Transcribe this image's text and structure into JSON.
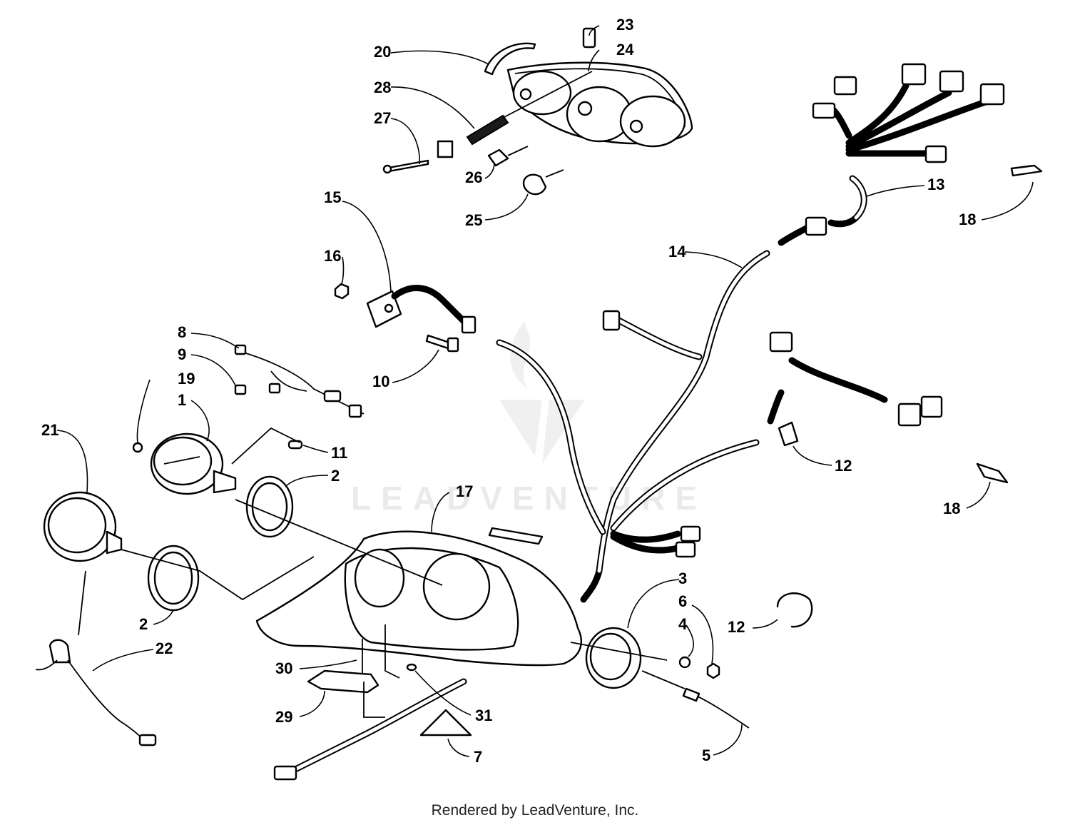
{
  "diagram": {
    "callouts": {
      "c1": "1",
      "c2a": "2",
      "c2b": "2",
      "c3": "3",
      "c4": "4",
      "c5": "5",
      "c6": "6",
      "c7": "7",
      "c8": "8",
      "c9": "9",
      "c10": "10",
      "c11": "11",
      "c12a": "12",
      "c12b": "12",
      "c13": "13",
      "c14": "14",
      "c15": "15",
      "c16": "16",
      "c17": "17",
      "c18a": "18",
      "c18b": "18",
      "c19": "19",
      "c20": "20",
      "c21": "21",
      "c22": "22",
      "c23": "23",
      "c24": "24",
      "c25": "25",
      "c26": "26",
      "c27": "27",
      "c28": "28",
      "c29": "29",
      "c30": "30",
      "c31": "31"
    },
    "watermark": "LEADVENTURE"
  },
  "footer": {
    "credit": "Rendered by LeadVenture, Inc."
  }
}
